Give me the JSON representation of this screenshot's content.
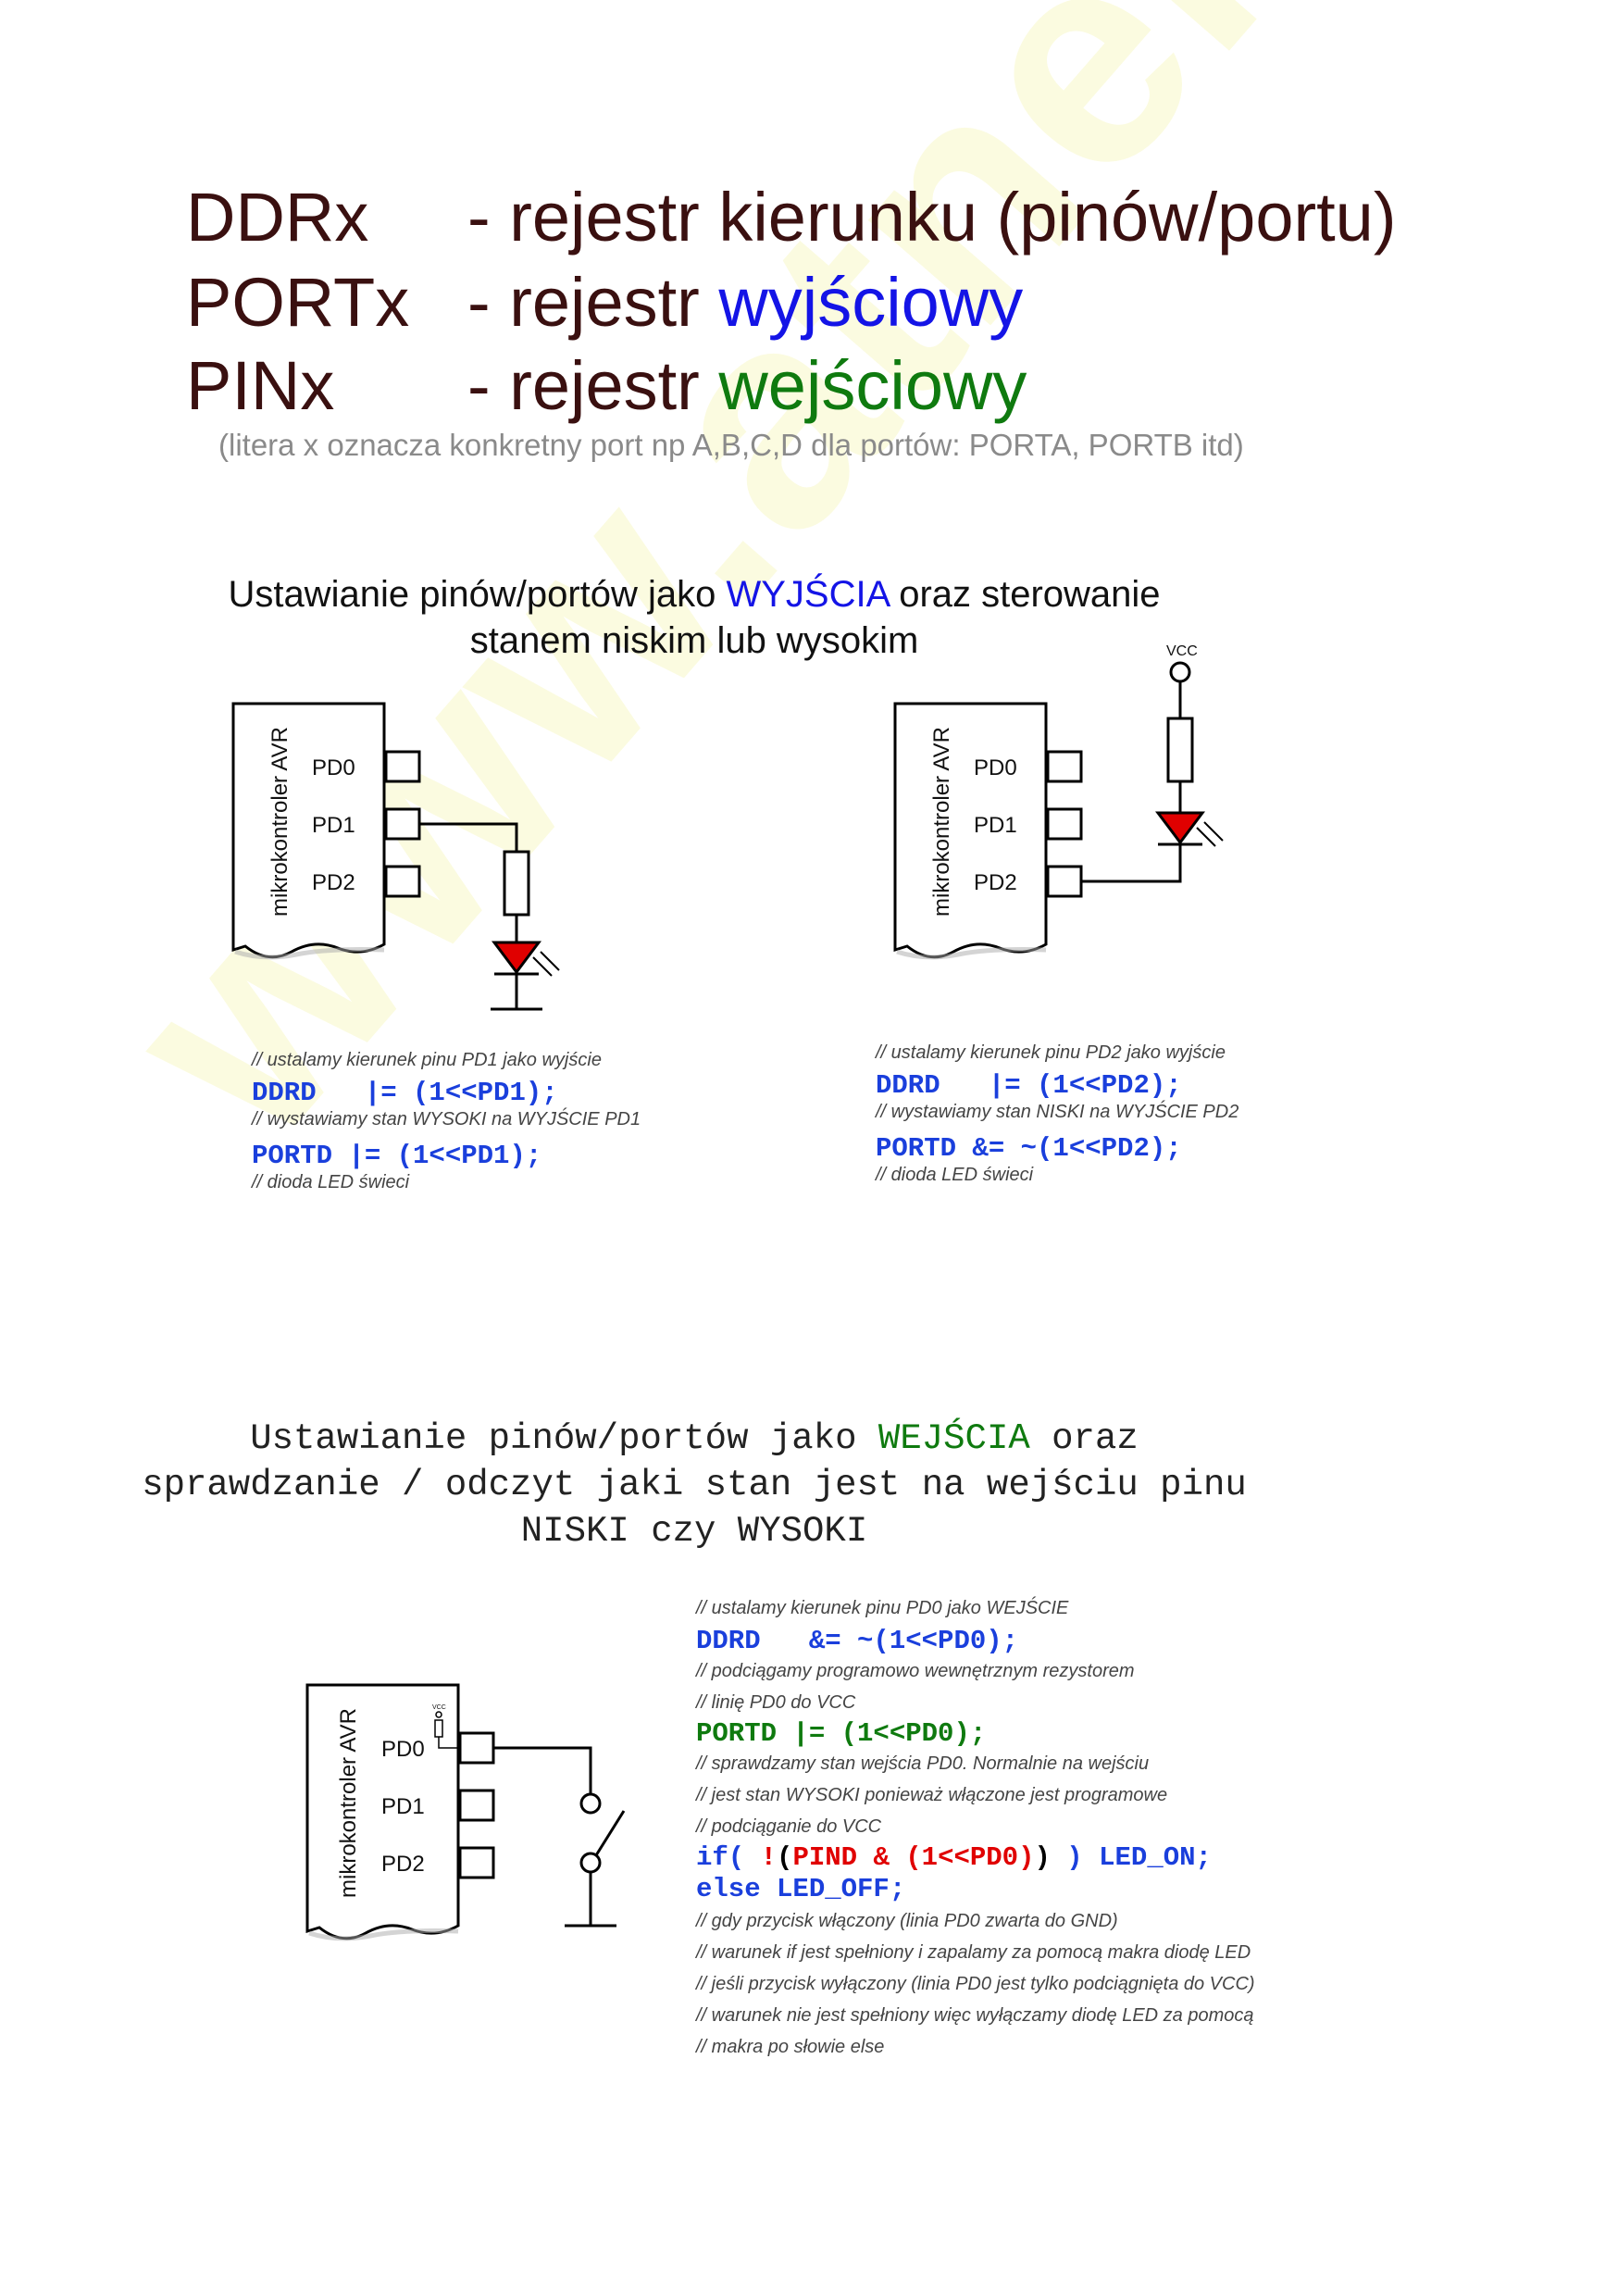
{
  "watermark": "www.atnel.pl",
  "registers": [
    {
      "name": "DDRx",
      "desc_prefix": "- rejestr ",
      "desc_highlight": "kierunku (pinów/portu)"
    },
    {
      "name": "PORTx",
      "desc_prefix": "- rejestr ",
      "desc_highlight": "wyjściowy"
    },
    {
      "name": "PINx",
      "desc_prefix": "- rejestr ",
      "desc_highlight": "wejściowy"
    }
  ],
  "note": "(litera x oznacza konkretny port np A,B,C,D dla portów: PORTA, PORTB itd)",
  "section_output": {
    "title_pre": "Ustawianie pinów/portów jako ",
    "title_kw": "WYJŚCIA",
    "title_post": " oraz sterowanie",
    "title_line2": "stanem niskim lub wysokim"
  },
  "diagram_labels": {
    "mcu": "mikrokontroler AVR",
    "pins": [
      "PD0",
      "PD1",
      "PD2"
    ],
    "vcc": "VCC"
  },
  "code_left": {
    "c1": "// ustalamy kierunek pinu PD1 jako wyjście",
    "l1": "DDRD   |= (1<<PD1);",
    "c2": "// wystawiamy stan WYSOKI na WYJŚCIE PD1",
    "l2": "PORTD |= (1<<PD1);",
    "c3": "// dioda LED świeci"
  },
  "code_right": {
    "c1": "// ustalamy kierunek pinu PD2 jako wyjście",
    "l1": "DDRD   |= (1<<PD2);",
    "c2": "// wystawiamy stan NISKI na WYJŚCIE PD2",
    "l2": "PORTD &= ~(1<<PD2);",
    "c3": "// dioda LED świeci"
  },
  "section_input": {
    "line1_pre": "Ustawianie pinów/portów jako ",
    "line1_kw": "WEJŚCIA",
    "line1_post": " oraz",
    "line2": "sprawdzanie / odczyt jaki stan jest na wejściu pinu",
    "line3": "NISKI czy WYSOKI"
  },
  "code_input": {
    "c1": "// ustalamy kierunek pinu PD0 jako WEJŚCIE",
    "l1": "DDRD   &= ~(1<<PD0);",
    "c2": "// podciągamy programowo wewnętrznym rezystorem",
    "c3": "// linię PD0 do VCC",
    "l2": "PORTD |= (1<<PD0);",
    "c4": "// sprawdzamy stan wejścia PD0. Normalnie na wejściu",
    "c5": "// jest stan WYSOKI ponieważ włączone jest programowe",
    "c6": "// podciąganie do VCC",
    "if_kw": "if(",
    "if_not": "!",
    "if_open": "(",
    "if_pind": "PIND & (1<<PD0)",
    "if_close": ")",
    "if_close2": " )",
    "if_action": " LED_ON;",
    "else_line": "else LED_OFF;",
    "c7": "// gdy przycisk włączony (linia PD0 zwarta do GND)",
    "c8": "// warunek if jest spełniony i zapalamy za pomocą makra diodę LED",
    "c9": "// jeśli przycisk wyłączony (linia PD0 jest tylko podciągnięta do VCC)",
    "c10": "// warunek nie jest spełniony więc wyłączamy diodę LED za pomocą",
    "c11": "// makra po słowie else"
  }
}
